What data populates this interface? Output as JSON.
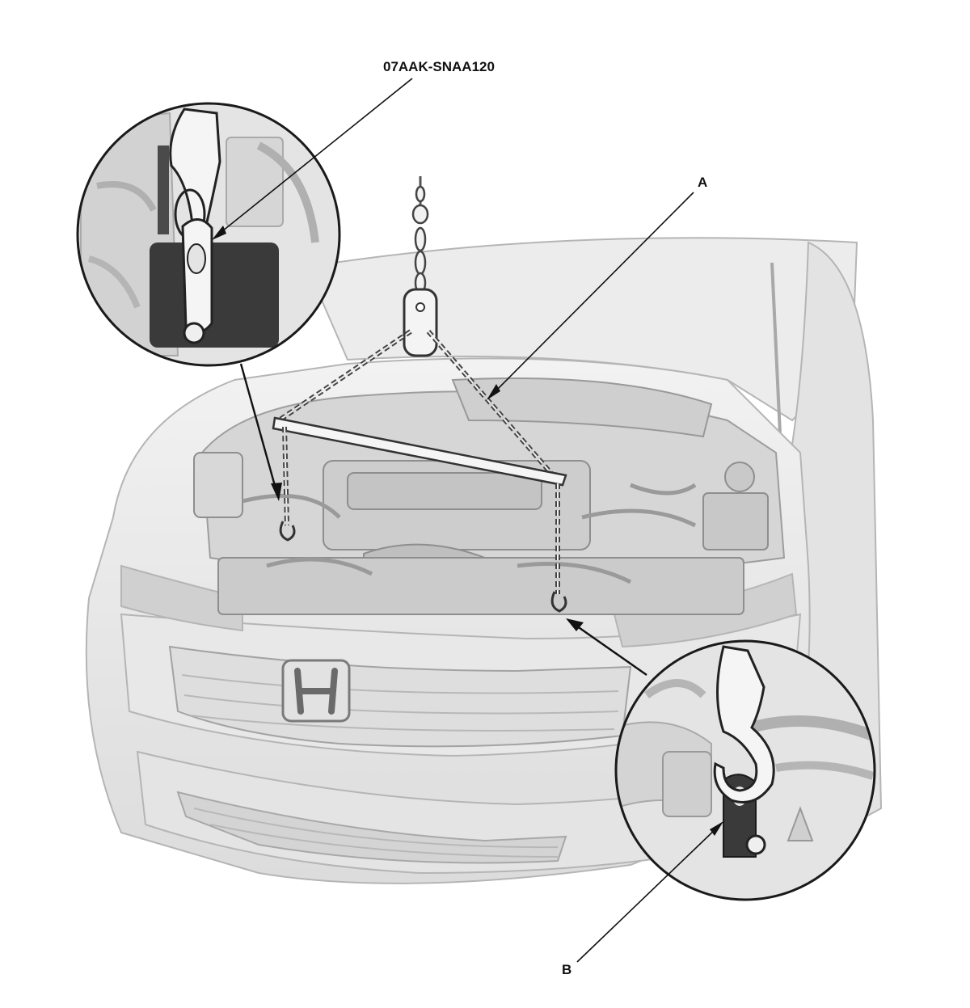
{
  "labels": {
    "tool_part_number": "07AAK-SNAA120",
    "callout_a": "A",
    "callout_b": "B"
  },
  "colors": {
    "line_art": "#333333",
    "body_shade": "#e6e6e6",
    "panel_shade": "#d9d9d9",
    "dark_part": "#3a3a3a",
    "background": "#ffffff"
  },
  "illustration": {
    "subject": "engine-hoist-attachment",
    "vehicle_badge": "honda-logo-icon",
    "insets": [
      "slinger-hook-detail",
      "engine-hanger-bracket-detail"
    ]
  }
}
